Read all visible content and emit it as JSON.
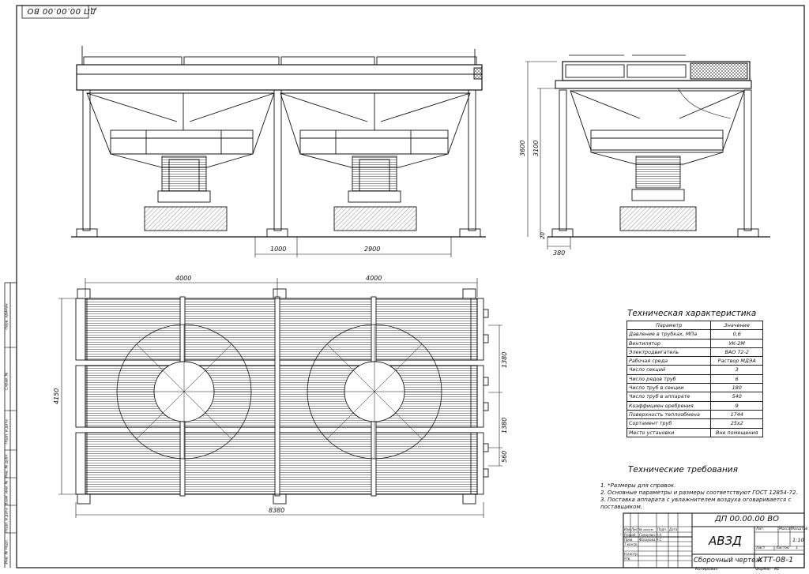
{
  "top_stamp": "ДП 00.00.00 ВО",
  "dimensions": {
    "side_1000": "1000",
    "side_2900": "2900",
    "end_3600": "3600",
    "end_3100": "3100",
    "end_20": "20",
    "end_380": "380",
    "plan_4000_left": "4000",
    "plan_4000_right": "4000",
    "plan_4150": "4150",
    "plan_1380_a": "1380",
    "plan_1380_b": "1380",
    "plan_560": "560",
    "plan_8380": "8380"
  },
  "spec": {
    "title": "Техническая характеристика",
    "col_param": "Параметр",
    "col_value": "Значение",
    "rows": [
      [
        "Давление в трубках, МПа",
        "0,6"
      ],
      [
        "Вентилятор",
        "УК-2М"
      ],
      [
        "Электродвигатель",
        "ВАО 72-2"
      ],
      [
        "Рабочая среда",
        "Раствор МДЭА"
      ],
      [
        "Число секций",
        "3"
      ],
      [
        "Число рядов труб",
        "6"
      ],
      [
        "Число труб в секции",
        "180"
      ],
      [
        "Число труб в аппарате",
        "540"
      ],
      [
        "Коэффициен оребрения",
        "9"
      ],
      [
        "Поверхность теплообмена",
        "1744"
      ],
      [
        "Сортамент труб",
        "25х2"
      ],
      [
        "Место установки",
        "Вне помещения"
      ]
    ]
  },
  "requirements": {
    "title": "Технические требования",
    "items": [
      "1. *Размеры для справок.",
      "2. Основные параметры и размеры соответствуют ГОСТ 12854-72.",
      "3. Поставка аппарата с увлажнителем воздуха оговаривается с поставщиком."
    ]
  },
  "title_block": {
    "doc_code": "ДП 00.00.00 ВО",
    "name": "АВЗД",
    "doc_type": "Сборочный чертеж",
    "drawing_no": "ХТТ-08-1",
    "scale": "1:10",
    "head_lit": "Лит.",
    "head_mass": "Масса",
    "head_scale": "Масштаб",
    "head_sheet": "Лист",
    "head_sheets": "Листов",
    "sheets_value": "1",
    "copied": "Копировал",
    "format": "Формат",
    "format_value": "А1",
    "rows": [
      [
        "Изм.",
        "Лист",
        "№ докум.",
        "Подп.",
        "Дата"
      ],
      [
        "Разраб.",
        "Галиулин А.А.",
        "",
        "",
        ""
      ],
      [
        "Пров.",
        "Фазарова А.С.",
        "",
        "",
        ""
      ],
      [
        "Т.контр.",
        "",
        "",
        "",
        ""
      ],
      [
        "",
        "",
        "",
        "",
        ""
      ],
      [
        "Н.контр.",
        "",
        "",
        "",
        ""
      ],
      [
        "Утв.",
        "",
        "",
        "",
        ""
      ]
    ]
  },
  "left_strip": [
    "Перв. примен.",
    "Справ. №",
    "Подп. и дата",
    "Инв. № дубл.",
    "Взам. инв. №",
    "Подп. и дата",
    "Инв. № подл."
  ]
}
